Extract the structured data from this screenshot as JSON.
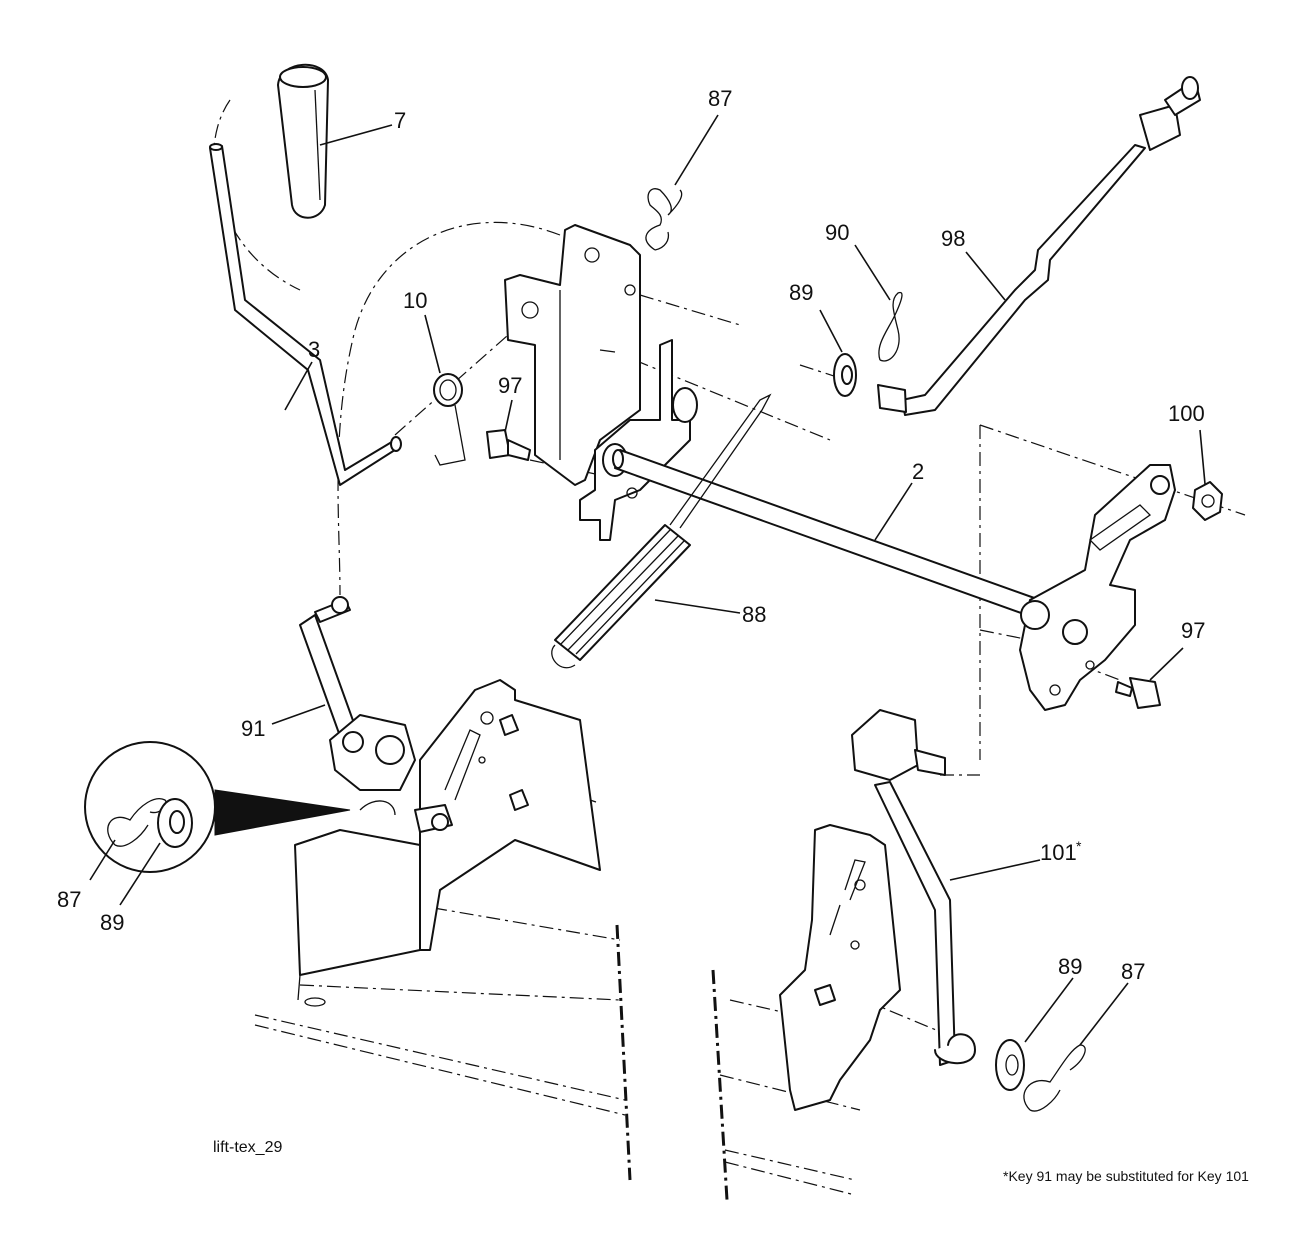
{
  "diagram": {
    "id_label": "lift-tex_29",
    "footnote": "*Key 91 may be substituted for Key 101",
    "callouts": {
      "handle_grip": "7",
      "lift_handle": "3",
      "spring_small": "10",
      "bolt_left": "97",
      "clip_top": "87",
      "clip_right": "90",
      "washer_right": "89",
      "rod_right": "98",
      "nut_right": "100",
      "lift_shaft": "2",
      "extension_spring": "88",
      "bolt_right": "97",
      "link_left": "91",
      "link_right": "101",
      "link_right_mark": "*",
      "inset_clip": "87",
      "inset_washer": "89",
      "clip_bottom": "87",
      "washer_bottom": "89"
    }
  }
}
